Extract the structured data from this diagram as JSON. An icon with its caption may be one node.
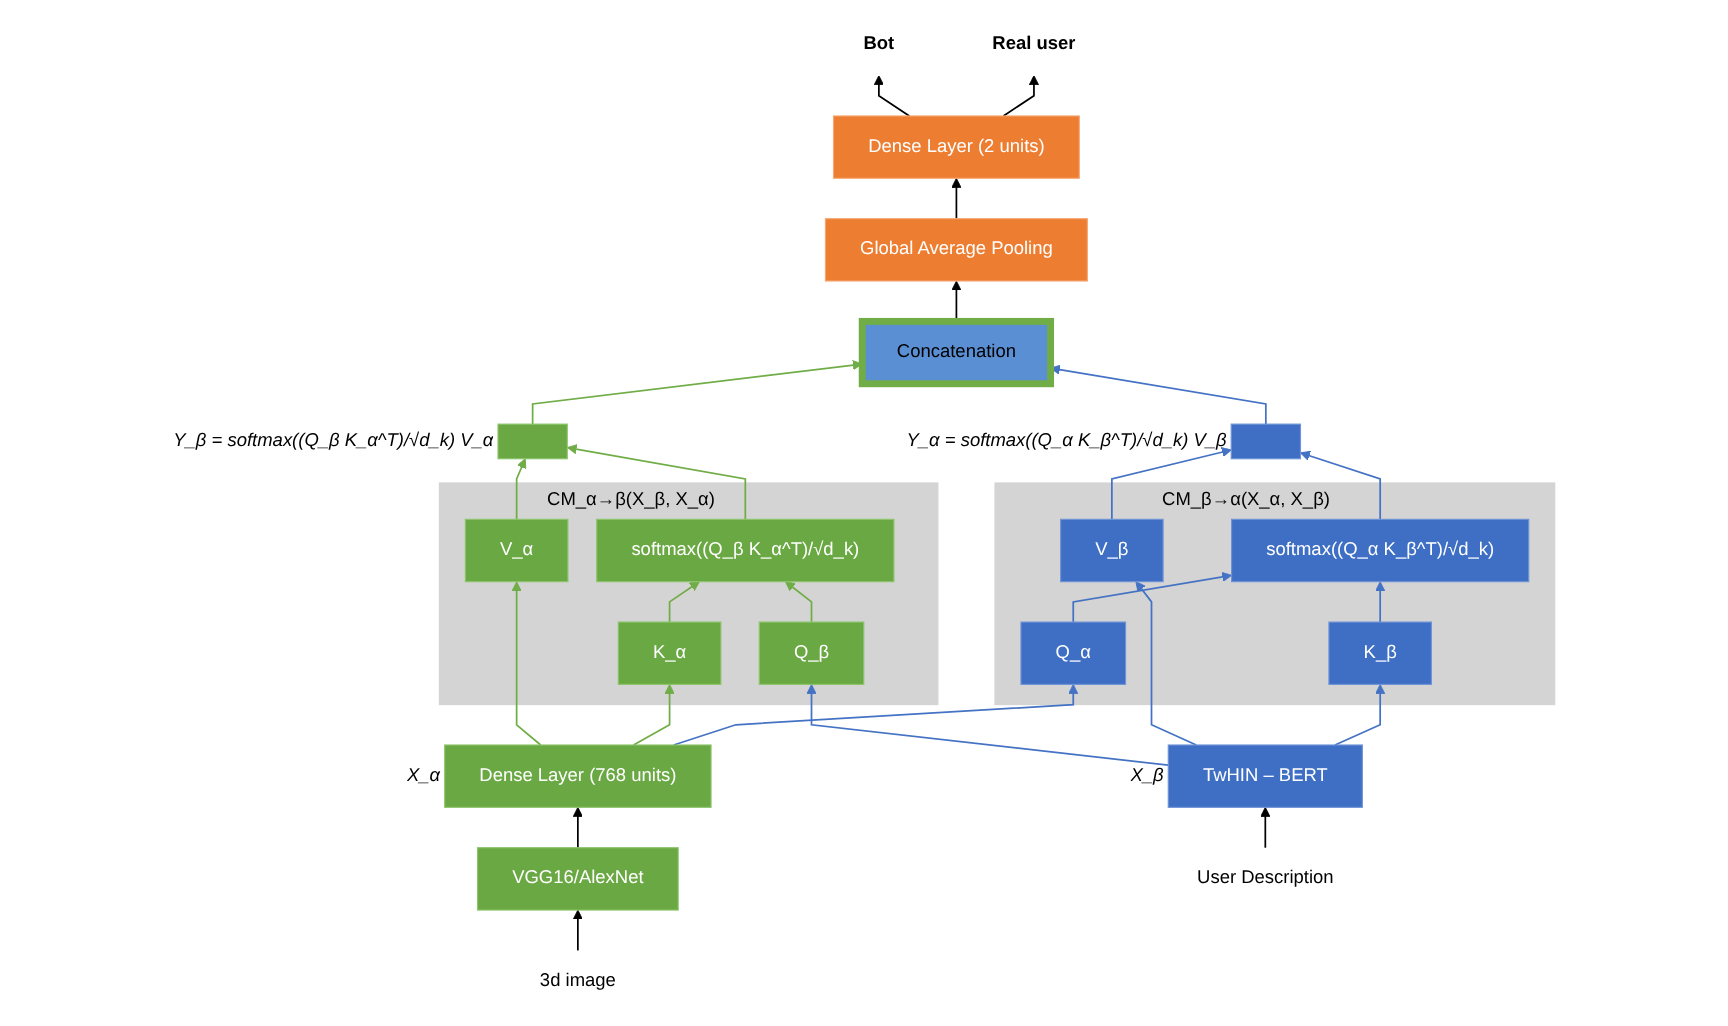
{
  "diagram": {
    "nodes": [
      {
        "text": [
          "3d image"
        ]
      },
      {
        "text": [
          "VGG16/AlexNet"
        ]
      },
      {
        "text": [
          "Dense Layer (768 units)"
        ],
        "beside": [
          "X_α"
        ]
      },
      {
        "text": [
          "User Description"
        ]
      },
      {
        "text": [
          "TwHIN – BERT"
        ],
        "beside": [
          "X_β"
        ]
      },
      {
        "text": [
          "CM_β→α(X_α, X_β)"
        ]
      },
      {
        "text": [
          "softmax((Q_α K_β^T)/√d_k)"
        ],
        "in": 5
      },
      {
        "text": [
          "Q_α"
        ],
        "in": 5
      },
      {
        "text": [
          "K_β"
        ],
        "in": 5
      },
      {
        "text": [
          "V_β"
        ],
        "in": 5
      },
      {
        "text": [
          "CM_α→β(X_β, X_α)"
        ]
      },
      {
        "text": [
          "softmax((Q_β K_α^T)/√d_k)"
        ],
        "in": 10
      },
      {
        "text": [
          "Q_β"
        ],
        "in": 10
      },
      {
        "text": [
          "K_α"
        ],
        "in": 10
      },
      {
        "text": [
          "V_α"
        ],
        "in": 10
      },
      {
        "text": [],
        "shape": "bar",
        "beside": [
          "Y_α = softmax((Q_α K_β^T)/√d_k) V_β"
        ]
      },
      {
        "text": [],
        "shape": "bar",
        "beside": [
          "Y_β = softmax((Q_β K_α^T)/√d_k) V_α"
        ]
      },
      {
        "text": [
          "Concatenation"
        ]
      },
      {
        "text": [
          "Global Average Pooling"
        ]
      },
      {
        "text": [
          "Dense Layer (2 units)"
        ]
      },
      {
        "text": [
          "Real user"
        ]
      },
      {
        "text": [
          "Bot"
        ]
      }
    ],
    "edges": [
      {
        "from": 0,
        "to": 1,
        "arrow": "to",
        "color": "#000000"
      },
      {
        "from": 1,
        "to": 2,
        "arrow": "to",
        "color": "#000000"
      },
      {
        "from": 3,
        "to": 4,
        "arrow": "to",
        "color": "#000000"
      },
      {
        "from": 2,
        "to": 7,
        "arrow": "to"
      },
      {
        "from": 4,
        "to": 8,
        "arrow": "to"
      },
      {
        "from": 4,
        "to": 9,
        "arrow": "to"
      },
      {
        "from": 4,
        "to": 12,
        "arrow": "to"
      },
      {
        "from": 2,
        "to": 13,
        "arrow": "to",
        "color": "#70ad47"
      },
      {
        "from": 2,
        "to": 14,
        "arrow": "to",
        "color": "#70ad47"
      },
      {
        "from": 7,
        "to": 6,
        "arrow": "to"
      },
      {
        "from": 8,
        "to": 6,
        "arrow": "to"
      },
      {
        "from": 6,
        "to": 15,
        "arrow": "to"
      },
      {
        "from": 9,
        "to": 15,
        "arrow": "to"
      },
      {
        "from": 12,
        "to": 11,
        "arrow": "to",
        "color": "#70ad47"
      },
      {
        "from": 13,
        "to": 11,
        "arrow": "to",
        "color": "#70ad47"
      },
      {
        "from": 11,
        "to": 16,
        "arrow": "to",
        "color": "#70ad47"
      },
      {
        "from": 14,
        "to": 16,
        "arrow": "to",
        "color": "#70ad47"
      },
      {
        "from": 15,
        "to": 17,
        "arrow": "to"
      },
      {
        "from": 16,
        "to": 17,
        "arrow": "to",
        "color": "#70ad47"
      },
      {
        "from": 17,
        "to": 18,
        "arrow": "to",
        "color": "#000000"
      },
      {
        "from": 18,
        "to": 19,
        "arrow": "to",
        "color": "#000000"
      },
      {
        "from": 19,
        "to": 20,
        "arrow": "to",
        "color": "#000000"
      },
      {
        "from": 19,
        "to": 21,
        "arrow": "to",
        "color": "#000000"
      }
    ]
  }
}
